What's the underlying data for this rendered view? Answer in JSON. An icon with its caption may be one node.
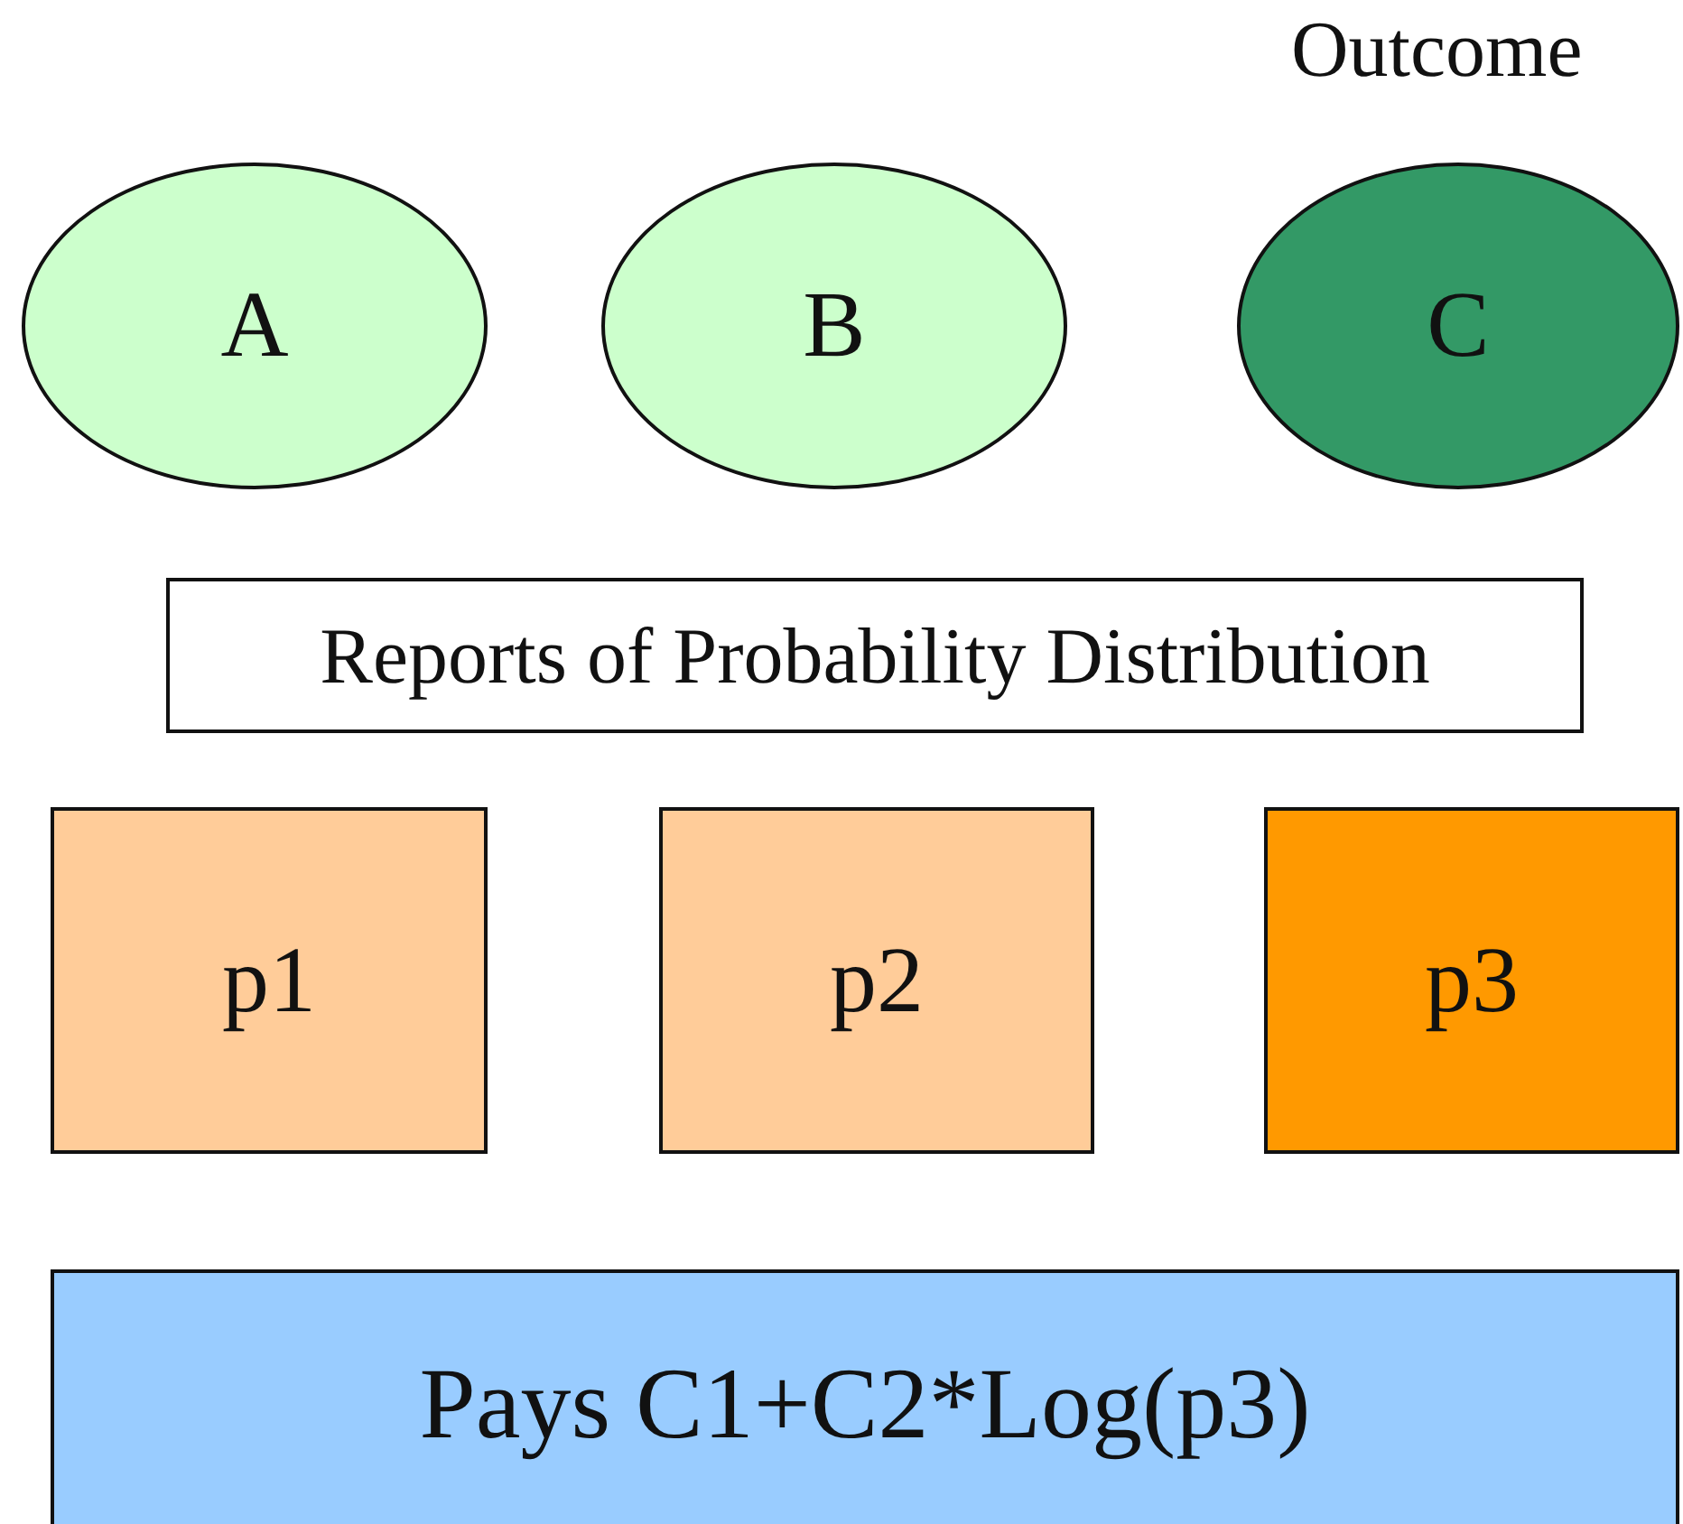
{
  "diagram": {
    "nodes": [
      {
        "text": [
          "A"
        ]
      },
      {
        "text": [
          "B"
        ]
      },
      {
        "text": [
          "C"
        ],
        "beside": [
          "Outcome"
        ]
      },
      {
        "text": [
          "Reports of Probability Distribution"
        ]
      },
      {
        "text": [
          "p1"
        ]
      },
      {
        "text": [
          "p2"
        ]
      },
      {
        "text": [
          "p3"
        ]
      },
      {
        "text": [
          "Pays C1+C2*Log(p3)"
        ]
      }
    ],
    "edges": []
  }
}
